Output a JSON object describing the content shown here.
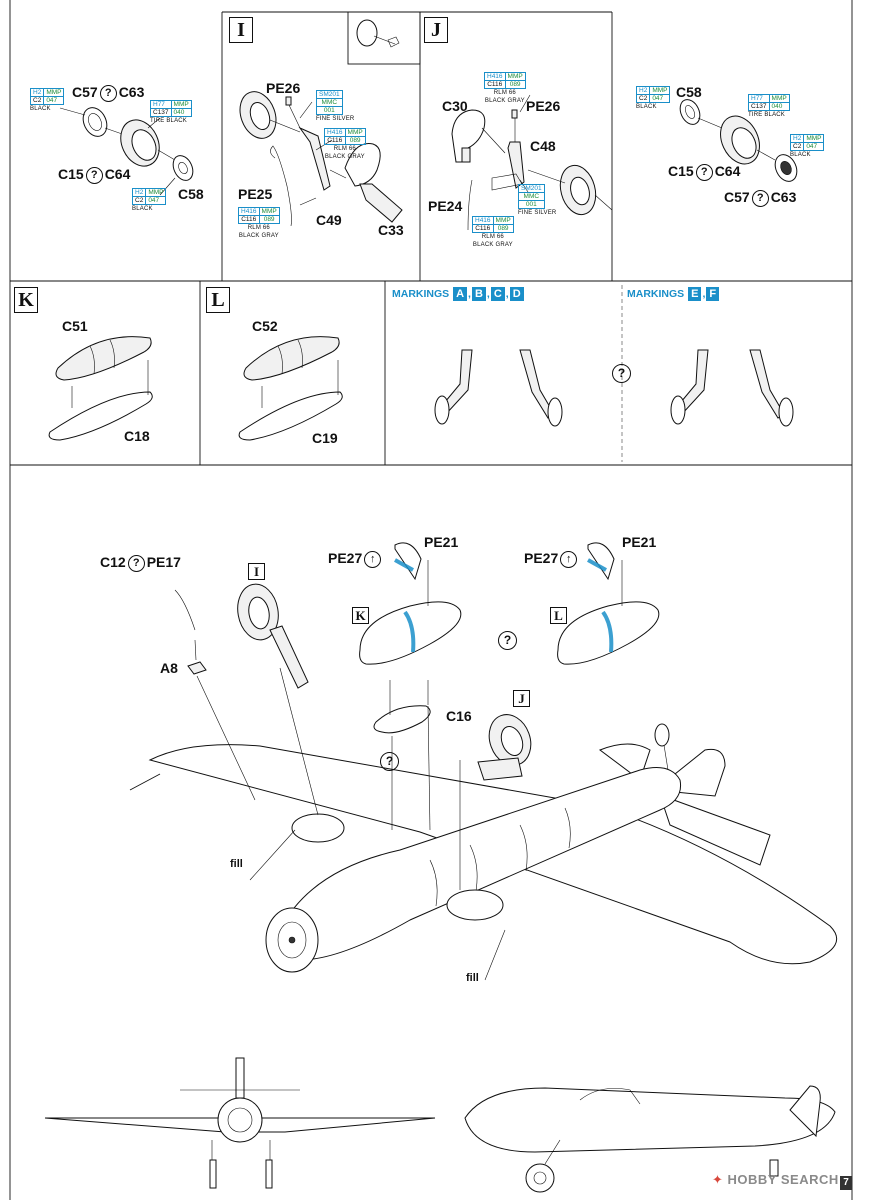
{
  "steps": {
    "I": "I",
    "J": "J",
    "K": "K",
    "L": "L"
  },
  "wheel_left": {
    "c57": "C57",
    "c63": "C63",
    "c15": "C15",
    "c64": "C64",
    "c58": "C58",
    "paint_black_1": {
      "h": "H2",
      "mmp": "MMP",
      "c": "C2",
      "num": "047",
      "name": "BLACK"
    },
    "paint_tire": {
      "h": "H77",
      "mmp": "MMP",
      "c": "C137",
      "num": "040",
      "name": "TIRE BLACK"
    },
    "paint_black_2": {
      "h": "H2",
      "mmp": "MMP",
      "c": "C2",
      "num": "047",
      "name": "BLACK"
    }
  },
  "step_i": {
    "pe26": "PE26",
    "pe25": "PE25",
    "c49": "C49",
    "c33": "C33",
    "paint_silver": {
      "sm": "SM201",
      "mmc": "MMC",
      "num": "001",
      "name": "FINE SILVER"
    },
    "paint_rlm_1": {
      "h": "H416",
      "mmp": "MMP",
      "c": "C116",
      "num": "089",
      "name1": "RLM 66",
      "name2": "BLACK GRAY"
    },
    "paint_rlm_2": {
      "h": "H416",
      "mmp": "MMP",
      "c": "C116",
      "num": "089",
      "name1": "RLM 66",
      "name2": "BLACK GRAY"
    }
  },
  "step_j": {
    "c30": "C30",
    "pe26": "PE26",
    "c48": "C48",
    "pe24": "PE24",
    "paint_rlm_1": {
      "h": "H416",
      "mmp": "MMP",
      "c": "C116",
      "num": "089",
      "name1": "RLM 66",
      "name2": "BLACK GRAY"
    },
    "paint_silver": {
      "sm": "SM201",
      "mmc": "MMC",
      "num": "001",
      "name": "FINE SILVER"
    },
    "paint_rlm_2": {
      "h": "H416",
      "mmp": "MMP",
      "c": "C116",
      "num": "089",
      "name1": "RLM 66",
      "name2": "BLACK GRAY"
    }
  },
  "wheel_right": {
    "c58": "C58",
    "c15": "C15",
    "c64": "C64",
    "c57": "C57",
    "c63": "C63",
    "paint_black_1": {
      "h": "H2",
      "mmp": "MMP",
      "c": "C2",
      "num": "047",
      "name": "BLACK"
    },
    "paint_tire": {
      "h": "H77",
      "mmp": "MMP",
      "c": "C137",
      "num": "040",
      "name": "TIRE BLACK"
    },
    "paint_black_2": {
      "h": "H2",
      "mmp": "MMP",
      "c": "C2",
      "num": "047",
      "name": "BLACK"
    }
  },
  "step_k": {
    "c51": "C51",
    "c18": "C18"
  },
  "step_l": {
    "c52": "C52",
    "c19": "C19"
  },
  "markings_1": {
    "label": "MARKINGS",
    "tags": [
      "A",
      "B",
      "C",
      "D"
    ]
  },
  "markings_2": {
    "label": "MARKINGS",
    "tags": [
      "E",
      "F"
    ]
  },
  "main": {
    "c12": "C12",
    "pe17": "PE17",
    "a8": "A8",
    "pe27_a": "PE27",
    "pe21_a": "PE21",
    "pe27_b": "PE27",
    "pe21_b": "PE21",
    "c16": "C16",
    "fill_1": "fill",
    "fill_2": "fill"
  },
  "question_mark": "?",
  "watermark": {
    "hobby": "HOBBY",
    "search": "SEARCH",
    "page": "7"
  },
  "colors": {
    "blue": "#1a8fc9",
    "green": "#1f8c3b",
    "ink": "#111111"
  }
}
